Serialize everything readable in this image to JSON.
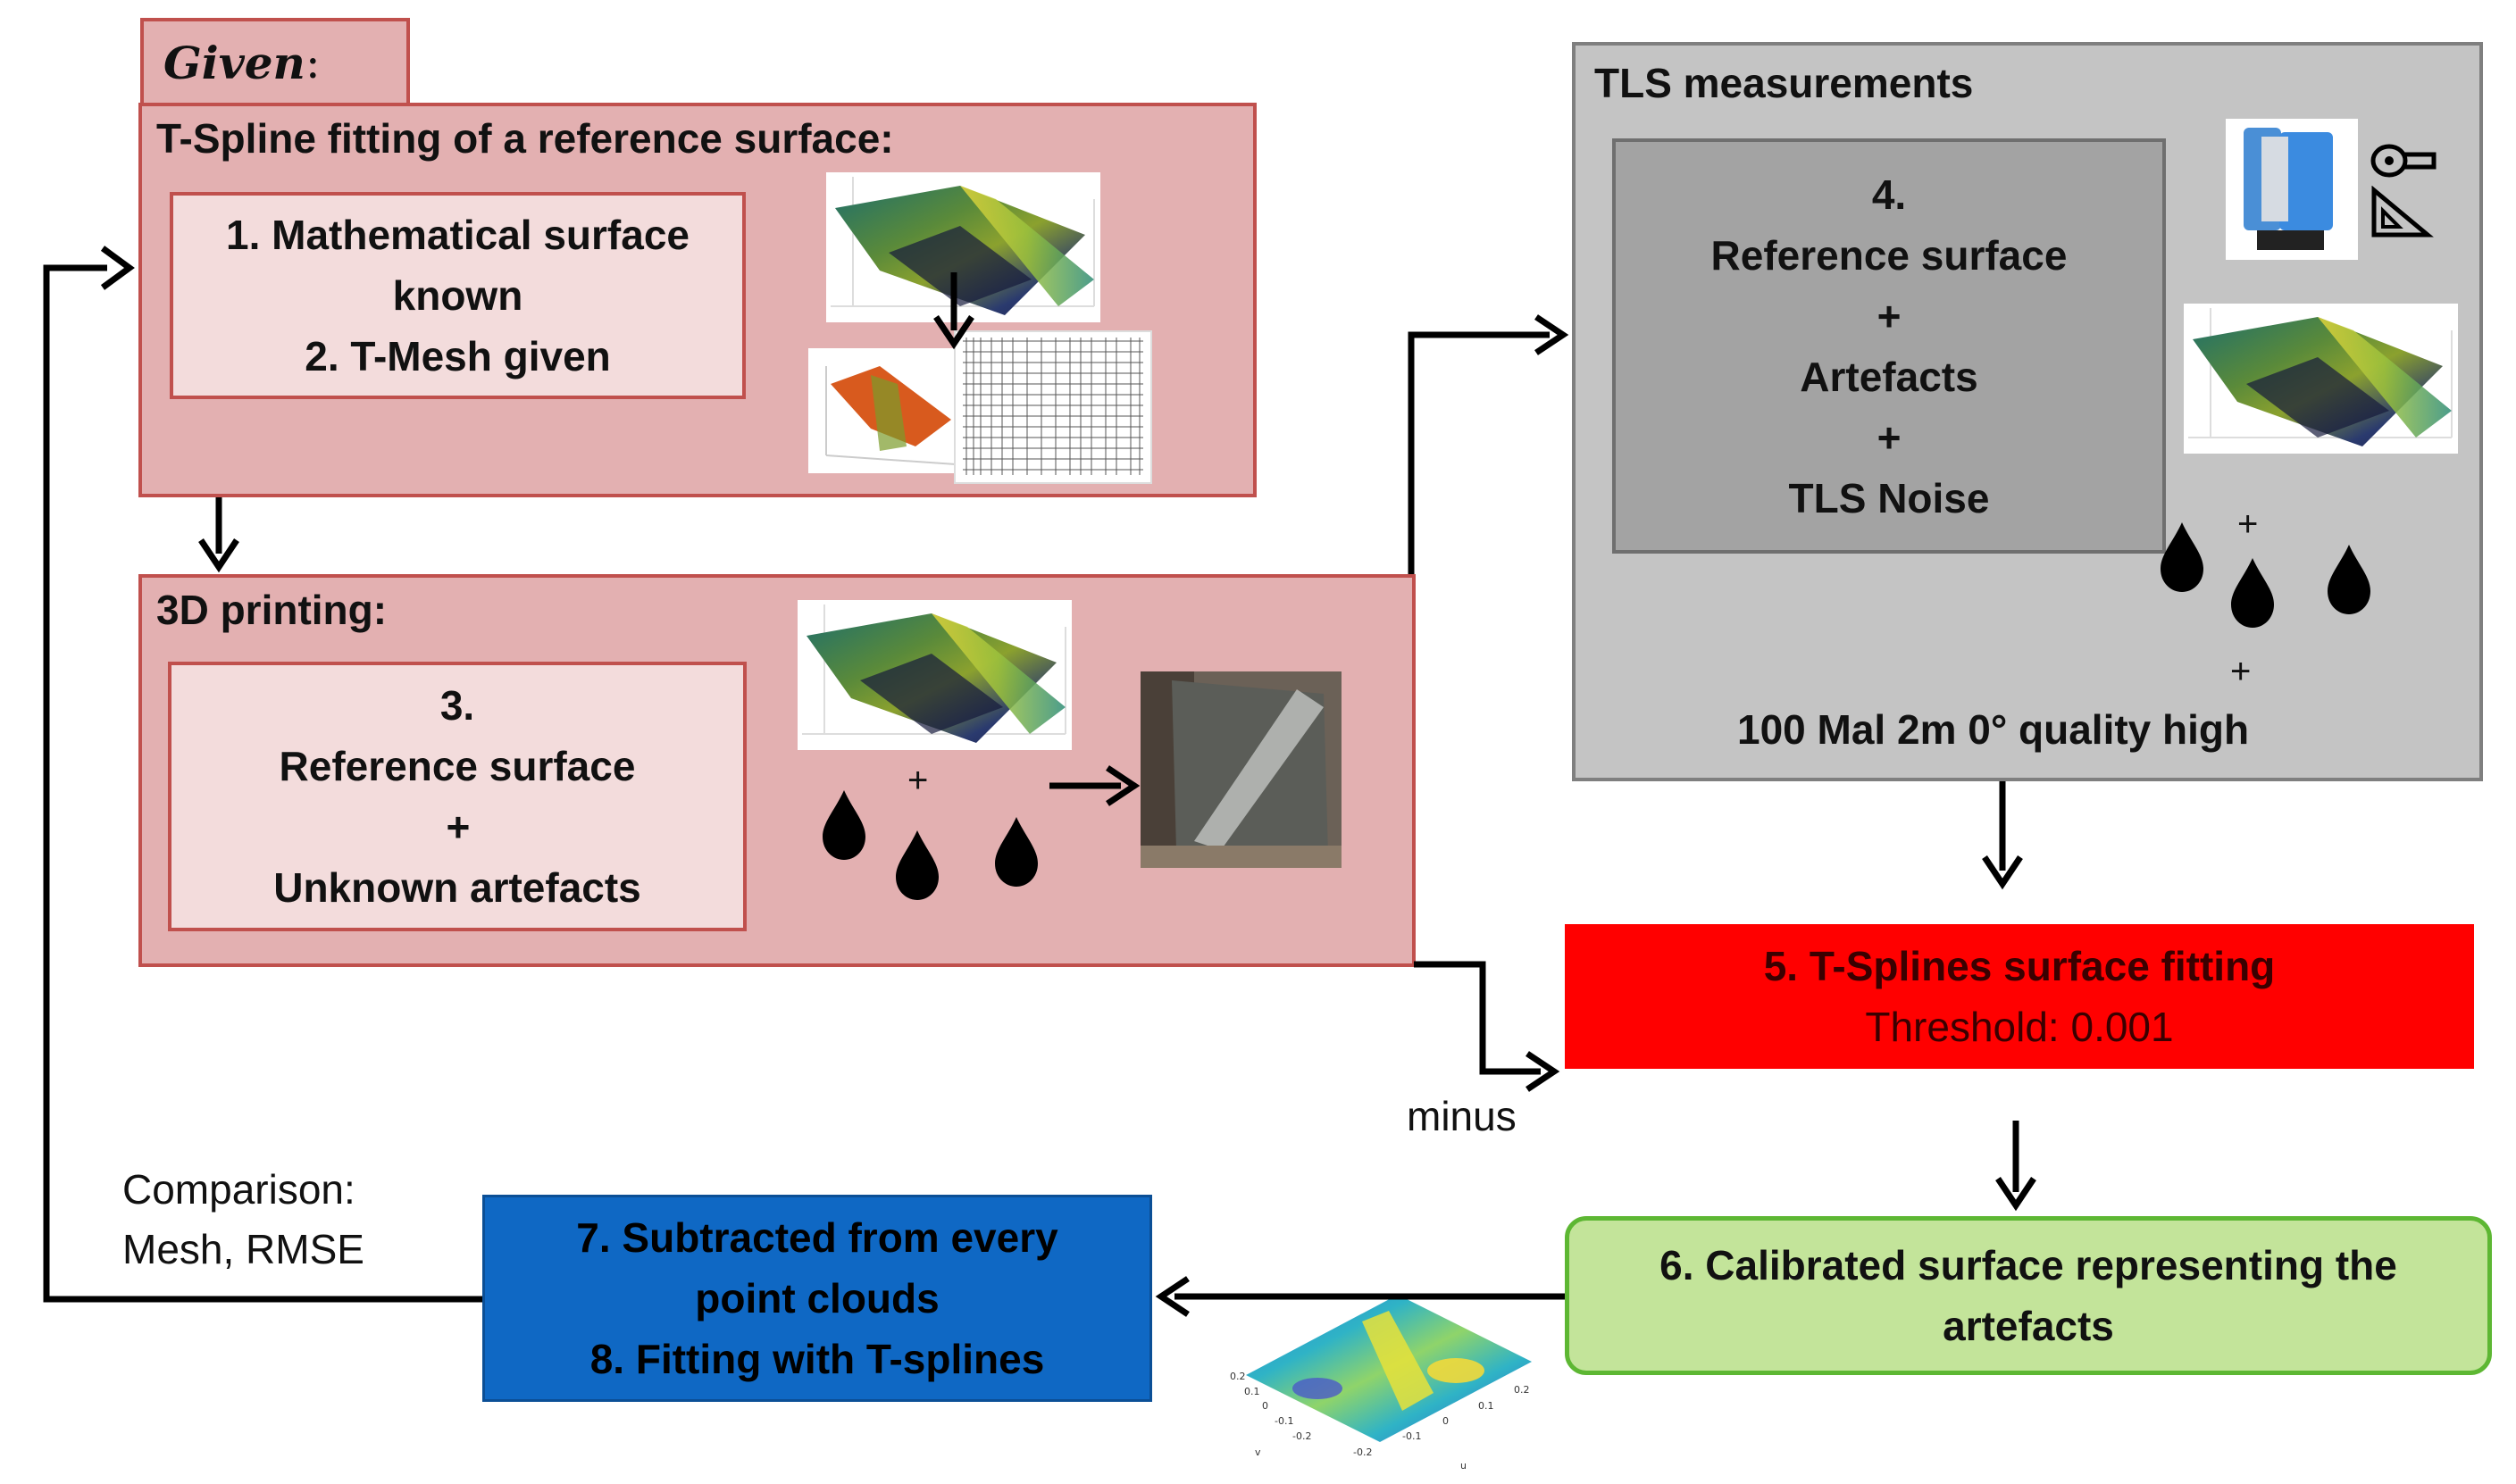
{
  "given": {
    "label": "Given",
    "colon": ":"
  },
  "tspline_box": {
    "title": "T-Spline fitting of a reference surface:",
    "step1": "1. Mathematical surface known",
    "step2": "2. T-Mesh given"
  },
  "printing_box": {
    "title": "3D printing:",
    "step3_num": "3.",
    "step3_line1": "Reference surface",
    "step3_plus": "+",
    "step3_line2": "Unknown artefacts",
    "plus": "+"
  },
  "tls_box": {
    "title": "TLS measurements",
    "step4_num": "4.",
    "step4_line1": "Reference surface",
    "plus1": "+",
    "step4_line2": "Artefacts",
    "plus2": "+",
    "step4_line3": "TLS Noise",
    "drop_plus_top": "+",
    "drop_plus_bottom": "+",
    "setting": "100 Mal 2m 0° quality high"
  },
  "step5": {
    "title": "5. T-Splines surface fitting",
    "threshold": "Threshold: 0.001"
  },
  "step6": {
    "text": "6. Calibrated surface representing the artefacts"
  },
  "step78": {
    "line1": "7. Subtracted from every point clouds",
    "line2": "8. Fitting with T-splines"
  },
  "minus_label": "minus",
  "comparison": {
    "line1": "Comparison:",
    "line2": "Mesh, RMSE"
  },
  "heatmap_ticks": {
    "y_axis": [
      "0.2",
      "0.1",
      "0",
      "-0.1",
      "-0.2"
    ],
    "x_axis": [
      "-0.2",
      "-0.1",
      "0",
      "0.1",
      "0.2"
    ],
    "y_label": "v",
    "x_label": "u"
  },
  "colors": {
    "pink": "#e3b0b1",
    "red_border": "#c0504d",
    "gray": "#c4c4c4",
    "red": "#ff0000",
    "green": "#c3e49a",
    "blue": "#0f68c4"
  }
}
